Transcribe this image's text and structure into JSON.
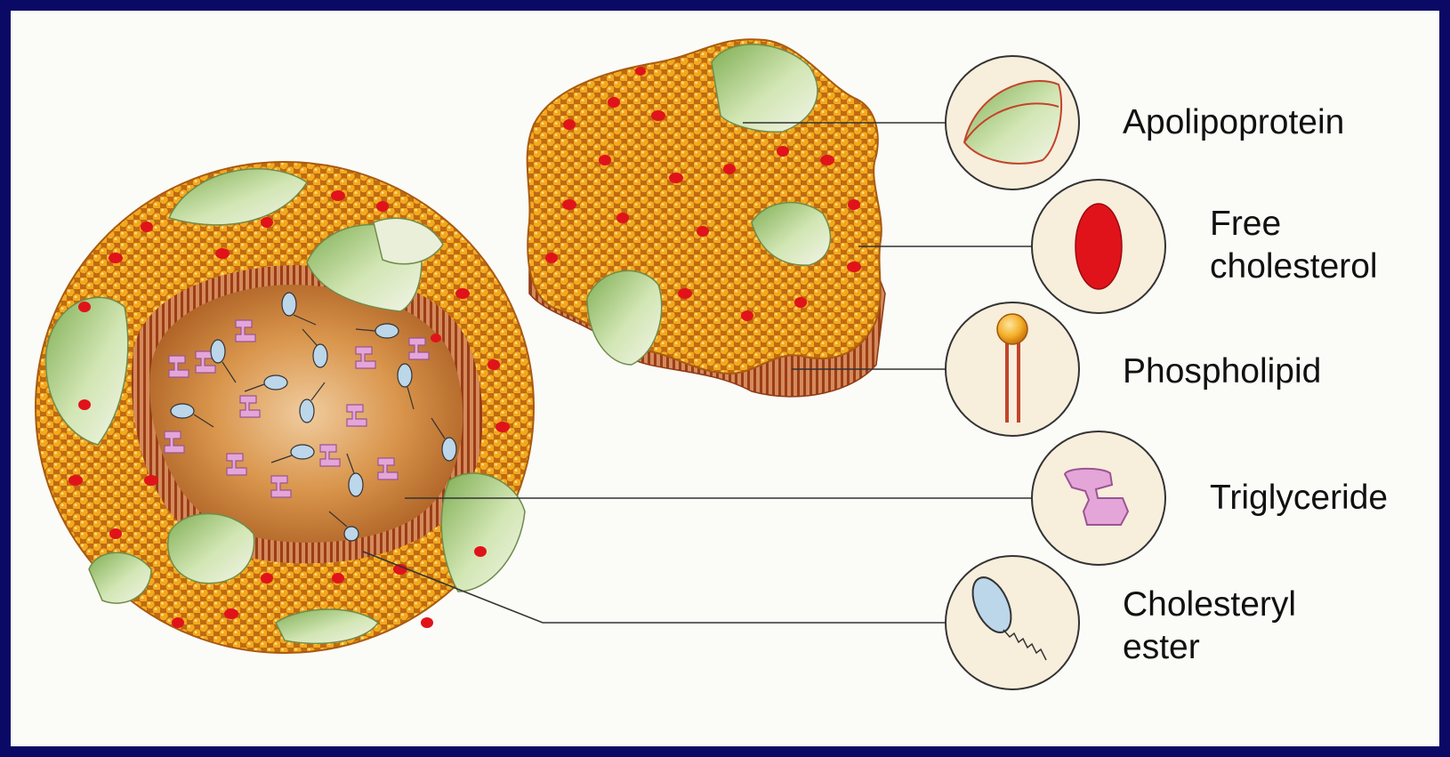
{
  "labels": {
    "apolipoprotein": "Apolipoprotein",
    "free_cholesterol_1": "Free",
    "free_cholesterol_2": "cholesterol",
    "phospholipid": "Phospholipid",
    "triglyceride": "Triglyceride",
    "cholesteryl_ester_1": "Cholesteryl",
    "cholesteryl_ester_2": "ester"
  },
  "colors": {
    "frame_border": "#0a0a66",
    "background": "#fbfbf8",
    "phospholipid_head": "#f2a81c",
    "free_cholesterol": "#e0131b",
    "apolipoprotein": "#b9d89a",
    "triglyceride": "#e4a6d9",
    "cholesteryl_ester": "#bcd6ea",
    "core": "#b4652a"
  }
}
